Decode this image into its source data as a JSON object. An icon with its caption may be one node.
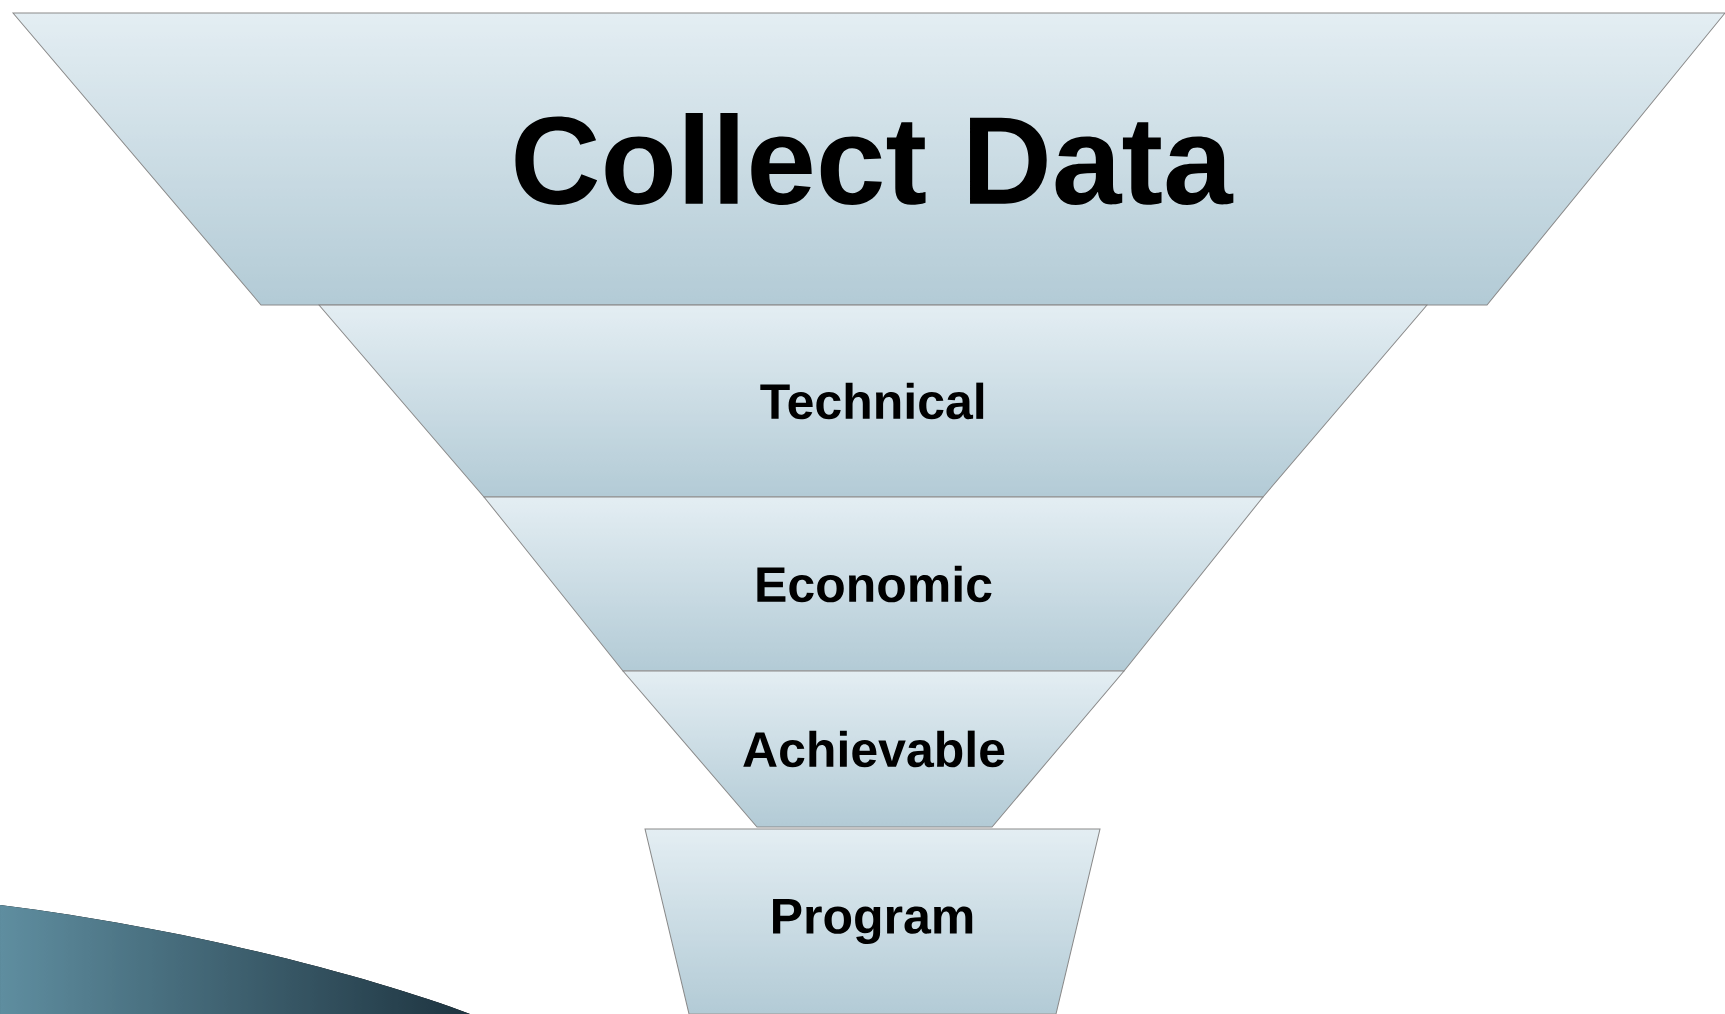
{
  "diagram": {
    "nodes": [
      {
        "text": [
          "Collect Data"
        ]
      },
      {
        "text": [
          "Technical"
        ]
      },
      {
        "text": [
          "Economic"
        ]
      },
      {
        "text": [
          "Achievable"
        ]
      },
      {
        "text": [
          "Program"
        ]
      }
    ]
  }
}
